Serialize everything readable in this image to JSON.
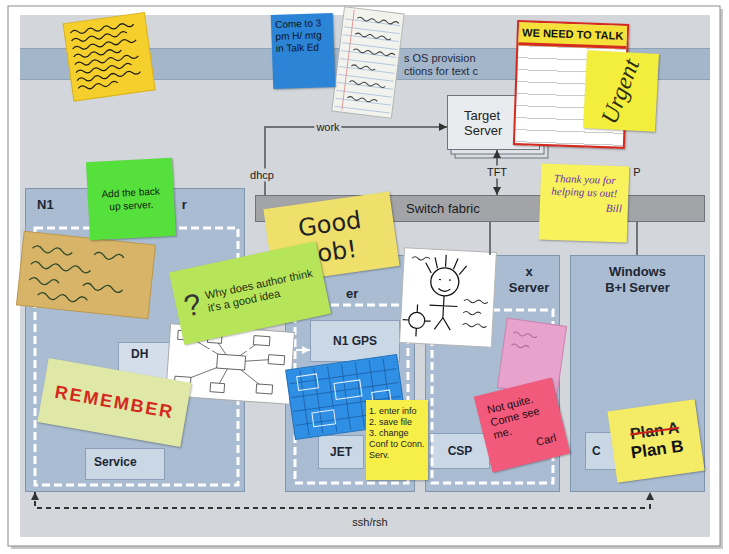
{
  "diagram": {
    "nodes": [
      {
        "text": [
          "s OS provision",
          "ctions for text c"
        ]
      },
      {
        "text": [
          "Target Server"
        ]
      },
      {
        "text": [
          "Switch fabric"
        ]
      },
      {
        "text": [
          "N1",
          "r"
        ]
      },
      {
        "text": [
          "DH"
        ],
        "in": 3
      },
      {
        "text": [
          "Service"
        ],
        "in": 3
      },
      {
        "text": [
          "er"
        ]
      },
      {
        "text": [
          "N1 GPS"
        ],
        "in": 6
      },
      {
        "text": [
          "JET"
        ],
        "in": 6
      },
      {
        "text": [
          "x Server"
        ]
      },
      {
        "text": [
          "CSP"
        ],
        "in": 9
      },
      {
        "text": [
          "Windows B+I Server"
        ]
      },
      {
        "text": [
          "C"
        ],
        "in": 11
      },
      {
        "text": [
          "Come to 3 pm H/ mtg in Talk Ed"
        ]
      },
      {
        "text": [
          "WE NEED TO TALK"
        ]
      },
      {
        "text": [
          "Urgent"
        ]
      },
      {
        "text": [
          "Add the back up server."
        ]
      },
      {
        "text": [
          "Thank you for helping us out!",
          "Bill"
        ]
      },
      {
        "text": [
          "Good Job!"
        ]
      },
      {
        "text": [
          "?",
          "Why does author think it's a good idea"
        ]
      },
      {
        "text": [
          "1. enter info",
          "2. save file",
          "3. change Conf to Conn. Serv."
        ]
      },
      {
        "text": [
          "Not quite. Come see me.",
          "Carl"
        ]
      },
      {
        "text": [
          "REMEMBER"
        ]
      },
      {
        "text": [
          "Plan A",
          "Plan B"
        ]
      }
    ],
    "edges": [
      {
        "from": 2,
        "to": 1,
        "arrow": "to",
        "label": "dhcp"
      },
      {
        "from": 1,
        "to": 2,
        "arrow": "both",
        "label": "TFT"
      },
      {
        "from": 2,
        "to": 6,
        "arrow": "none"
      },
      {
        "from": 2,
        "to": 9,
        "arrow": "none"
      },
      {
        "from": 2,
        "to": 11,
        "arrow": "none"
      },
      {
        "from": 4,
        "to": 7,
        "arrow": "to"
      },
      {
        "from": 3,
        "to": 11,
        "arrow": "both",
        "label": "ssh/rsh"
      }
    ],
    "labels": [
      "work",
      "P"
    ]
  }
}
